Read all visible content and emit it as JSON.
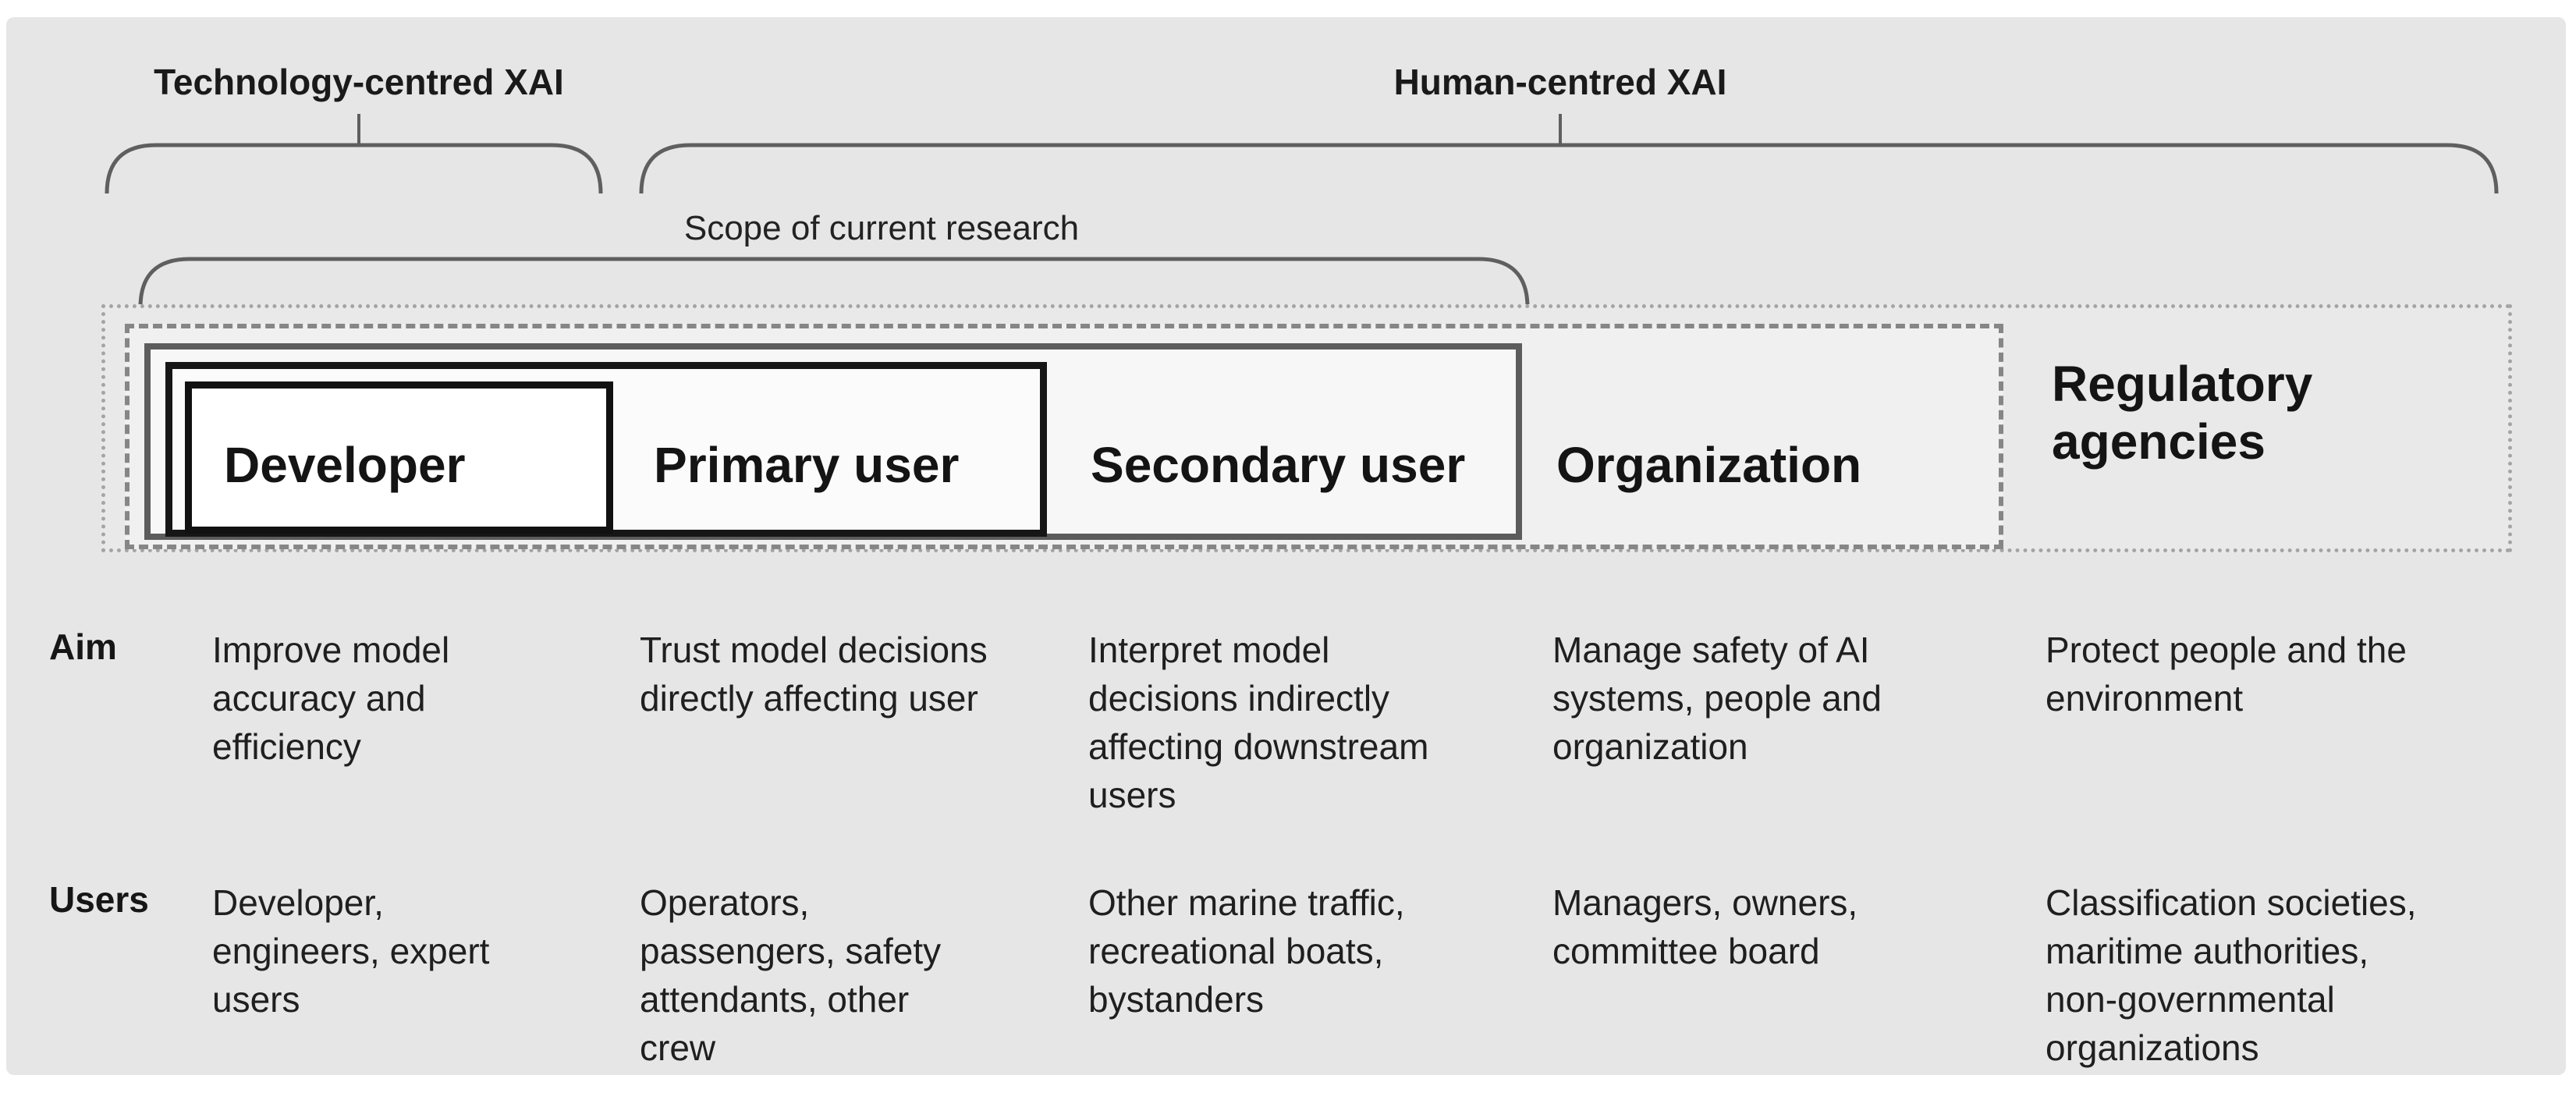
{
  "colors": {
    "panel_bg": "#e6e6e6",
    "brace_stroke": "#5f5f5f",
    "text": "#1c1c1c",
    "dotted_border": "#a4a4a4",
    "dashed_border": "#868686",
    "gray_border": "#5c5c5c",
    "black_border": "#161616",
    "developer_fill": "#ffffff"
  },
  "top_labels": {
    "technology": "Technology-centred XAI",
    "human": "Human-centred XAI",
    "scope": "Scope of current research"
  },
  "stakeholders": [
    {
      "id": "developer",
      "label_lines": [
        "Developer"
      ]
    },
    {
      "id": "primary-user",
      "label_lines": [
        "Primary user"
      ]
    },
    {
      "id": "secondary-user",
      "label_lines": [
        "Secondary user"
      ]
    },
    {
      "id": "organization",
      "label_lines": [
        "Organization"
      ]
    },
    {
      "id": "regulatory-agencies",
      "label_lines": [
        "Regulatory",
        "agencies"
      ]
    }
  ],
  "rows": {
    "aim": {
      "label": "Aim",
      "cells": [
        [
          "Improve model",
          "accuracy and",
          "efficiency"
        ],
        [
          "Trust model decisions",
          "directly affecting user"
        ],
        [
          "Interpret model",
          "decisions indirectly",
          "affecting downstream",
          "users"
        ],
        [
          "Manage safety of AI",
          "systems, people and",
          "organization"
        ],
        [
          "Protect people and the",
          "environment"
        ]
      ]
    },
    "users": {
      "label": "Users",
      "cells": [
        [
          "Developer,",
          "engineers, expert",
          "users"
        ],
        [
          "Operators,",
          "passengers, safety",
          "attendants, other",
          "crew"
        ],
        [
          "Other marine traffic,",
          "recreational boats,",
          "bystanders"
        ],
        [
          "Managers, owners,",
          "committee board"
        ],
        [
          "Classification societies,",
          "maritime authorities,",
          "non-governmental",
          "organizations"
        ]
      ]
    }
  }
}
